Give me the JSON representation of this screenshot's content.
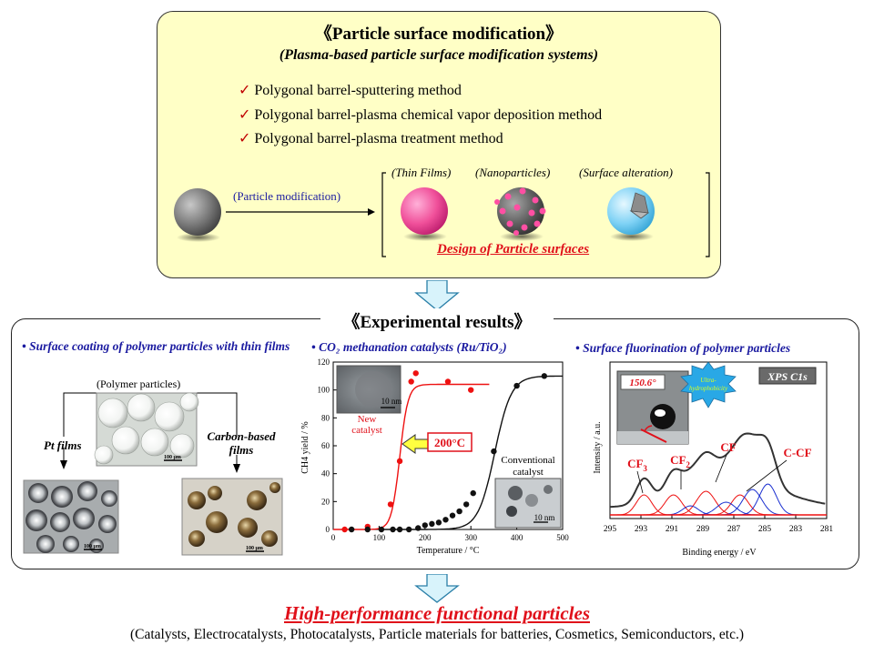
{
  "top": {
    "title": "《Particle surface modification》",
    "subtitle": "(Plasma-based particle surface modification systems)",
    "methods": [
      "Polygonal barrel-sputtering method",
      "Polygonal barrel-plasma chemical vapor deposition method",
      "Polygonal barrel-plasma treatment method"
    ],
    "check": "✓",
    "arrow_label": "(Particle modification)",
    "outcomes": [
      "(Thin Films)",
      "(Nanoparticles)",
      "(Surface alteration)"
    ],
    "design_label": "Design of Particle surfaces"
  },
  "experimental": {
    "title": "《Experimental results》",
    "coating": {
      "heading": "• Surface coating of polymer particles with thin films",
      "polymer_label": "(Polymer particles)",
      "pt_label": "Pt films",
      "carbon_label": "Carbon-based films",
      "scale": "100 μm"
    },
    "methanation": {
      "heading": "• CO₂ methanation catalysts (Ru/TiO₂)",
      "new_catalyst": "New catalyst",
      "conventional": "Conventional catalyst",
      "scale": "10 nm",
      "arrow_label": "200°C"
    },
    "fluorination": {
      "heading": "• Surface fluorination of polymer particles",
      "angle": "150.6°",
      "burst": "Ultra-hydrophobicity",
      "badge": "XPS C1s",
      "peaks": [
        "CF3",
        "CF2",
        "CF",
        "C-CF"
      ]
    }
  },
  "chart_data": [
    {
      "type": "scatter",
      "xlabel": "Temperature / °C",
      "ylabel": "CH4 yield / %",
      "xlim": [
        0,
        500
      ],
      "ylim": [
        0,
        120
      ],
      "xticks": [
        0,
        100,
        200,
        300,
        400,
        500
      ],
      "yticks": [
        0,
        20,
        40,
        60,
        80,
        100,
        120
      ],
      "series": [
        {
          "name": "New catalyst",
          "color": "#ee1111",
          "x": [
            25,
            75,
            125,
            145,
            170,
            180,
            250,
            300
          ],
          "y": [
            0,
            2,
            18,
            49,
            106,
            112,
            106,
            100
          ]
        },
        {
          "name": "Conventional catalyst",
          "color": "#111111",
          "x": [
            40,
            75,
            105,
            130,
            145,
            165,
            185,
            200,
            215,
            230,
            245,
            260,
            275,
            290,
            305,
            350,
            400,
            460
          ],
          "y": [
            0,
            0,
            0,
            0,
            0,
            0,
            1,
            3,
            4,
            5,
            7,
            10,
            13,
            18,
            26,
            56,
            103,
            110
          ]
        }
      ]
    },
    {
      "type": "line",
      "xlabel": "Binding energy / eV",
      "ylabel": "Intensity / a.u.",
      "xlim": [
        295,
        281
      ],
      "xticks": [
        295,
        293,
        291,
        289,
        287,
        285,
        283,
        281
      ]
    }
  ],
  "final": {
    "title": "High-performance functional particles",
    "subtitle": "(Catalysts, Electrocatalysts, Photocatalysts, Particle materials for batteries, Cosmetics, Semiconductors, etc.)"
  }
}
